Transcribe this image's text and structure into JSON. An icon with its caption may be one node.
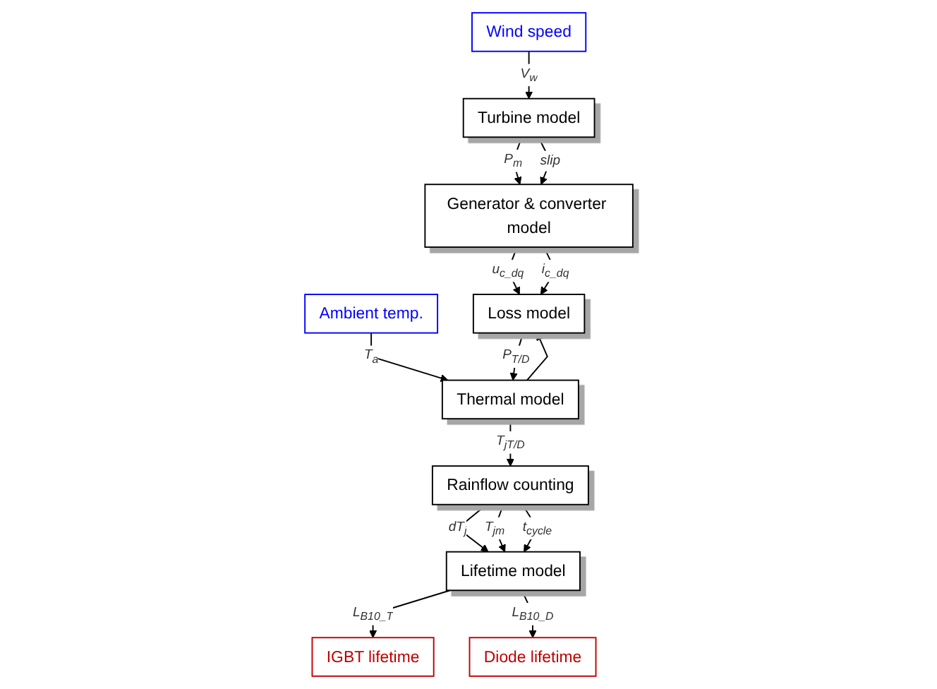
{
  "diagram": {
    "nodes": [
      {
        "text": [
          "Wind speed"
        ]
      },
      {
        "text": [
          "Ambient temp."
        ]
      },
      {
        "text": [
          "Turbine model"
        ]
      },
      {
        "text": [
          "Generator & converter model"
        ]
      },
      {
        "text": [
          "Loss model"
        ]
      },
      {
        "text": [
          "Thermal model"
        ]
      },
      {
        "text": [
          "Rainflow counting"
        ]
      },
      {
        "text": [
          "Lifetime model"
        ]
      },
      {
        "text": [
          "IGBT lifetime"
        ]
      },
      {
        "text": [
          "Diode lifetime"
        ]
      }
    ],
    "edges": [
      {
        "from": 0,
        "to": 2,
        "arrow": "to",
        "label": "V$_{w}$"
      },
      {
        "from": 2,
        "to": 3,
        "arrow": "to",
        "label": "P$_{m}$"
      },
      {
        "from": 2,
        "to": 3,
        "arrow": "to",
        "label": "slip"
      },
      {
        "from": 3,
        "to": 4,
        "arrow": "to",
        "label": "u$_{c_dq}$"
      },
      {
        "from": 3,
        "to": 4,
        "arrow": "to",
        "label": "i$_{c_dq}$"
      },
      {
        "from": 1,
        "to": 5,
        "arrow": "to",
        "label": "T$_{a}$"
      },
      {
        "from": 4,
        "to": 5,
        "arrow": "to",
        "label": "P$_{T/D}$"
      },
      {
        "from": 5,
        "to": 6,
        "arrow": "to",
        "label": "T$_{jT/D}$"
      },
      {
        "from": 5,
        "to": 4,
        "arrow": "to"
      },
      {
        "from": 6,
        "to": 7,
        "arrow": "to",
        "label": "dT$_{j}$"
      },
      {
        "from": 6,
        "to": 7,
        "arrow": "to",
        "label": "T$_{jm}$"
      },
      {
        "from": 6,
        "to": 7,
        "arrow": "to",
        "label": "t$_{cycle}$"
      },
      {
        "from": 7,
        "to": 8,
        "arrow": "to",
        "label": "L$_{B10_T}$"
      },
      {
        "from": 7,
        "to": 9,
        "arrow": "to",
        "label": "L$_{B10_D}$"
      }
    ]
  }
}
